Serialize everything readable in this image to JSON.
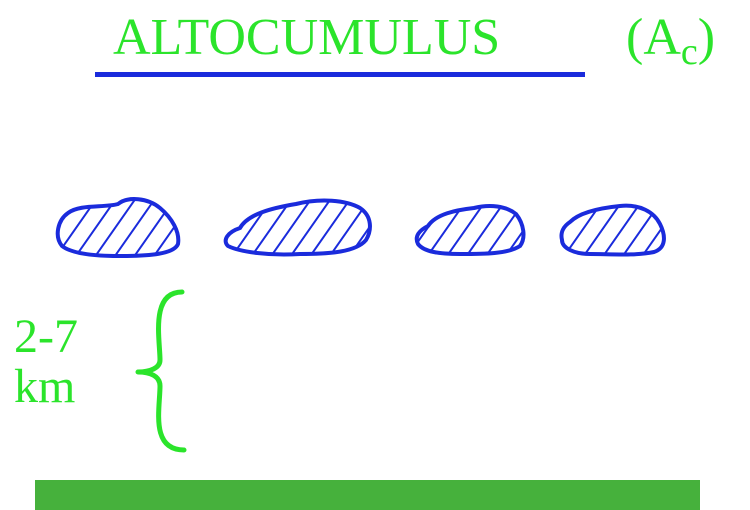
{
  "title": {
    "text": "ALTOCUMULUS",
    "abbr_prefix": "(A",
    "abbr_sub": "c",
    "abbr_suffix": ")"
  },
  "altitude": {
    "value": "2-7",
    "unit": "km"
  },
  "colors": {
    "label_green": "#2be42b",
    "cloud_blue": "#1a2bdc",
    "ground_green": "#46b13c"
  },
  "icons": [
    "cloud-icon",
    "brace-icon"
  ]
}
